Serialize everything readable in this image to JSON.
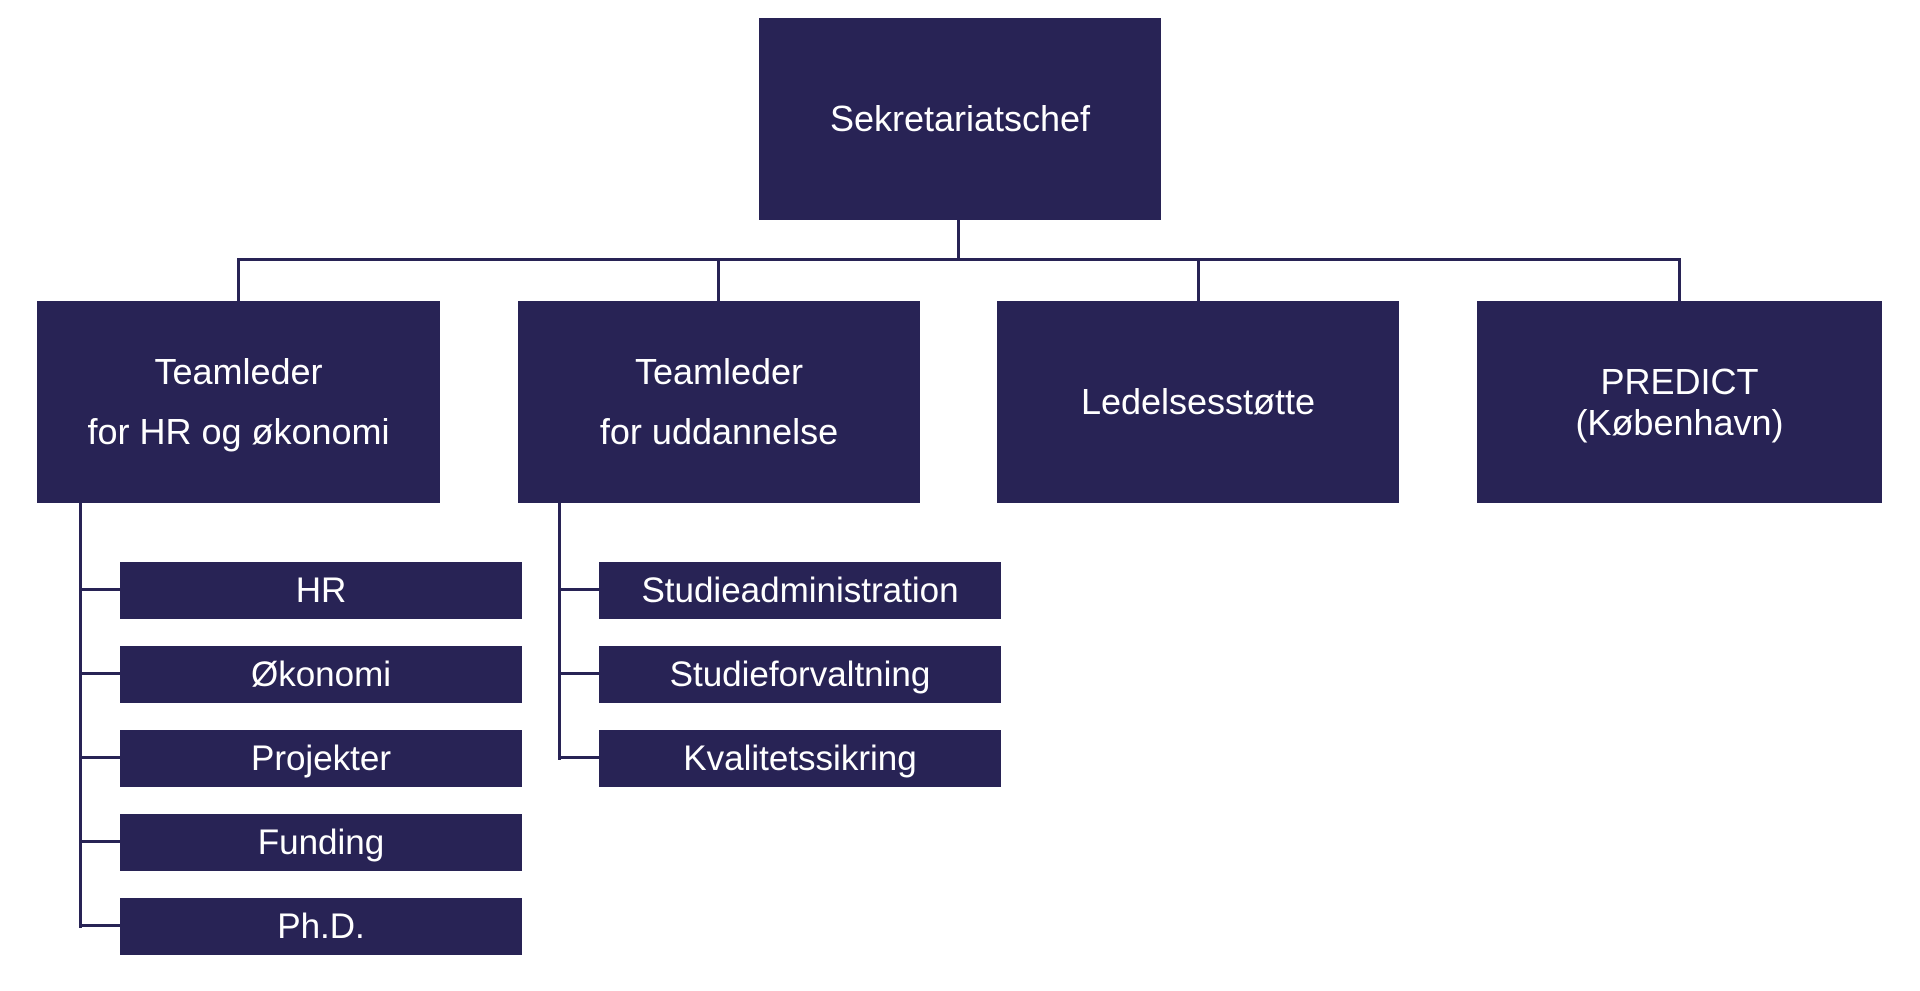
{
  "org_chart": {
    "type": "org-chart",
    "background_color": "#FFFFFF",
    "box_color": "#282355",
    "text_color": "#FFFFFF",
    "connector_color": "#282355",
    "root": {
      "label": "Sekretariatschef"
    },
    "branches": {
      "teamleder_hr": {
        "line1": "Teamleder",
        "line2": "for HR og økonomi"
      },
      "teamleder_uddannelse": {
        "line1": "Teamleder",
        "line2": "for uddannelse"
      },
      "ledelsesstotte": {
        "label": "Ledelsesstøtte"
      },
      "predict": {
        "line1": "PREDICT",
        "line2": "(København)"
      }
    },
    "teamleder_hr_children": [
      "HR",
      "Økonomi",
      "Projekter",
      "Funding",
      "Ph.D."
    ],
    "teamleder_uddannelse_children": [
      "Studieadministration",
      "Studieforvaltning",
      "Kvalitetssikring"
    ]
  }
}
